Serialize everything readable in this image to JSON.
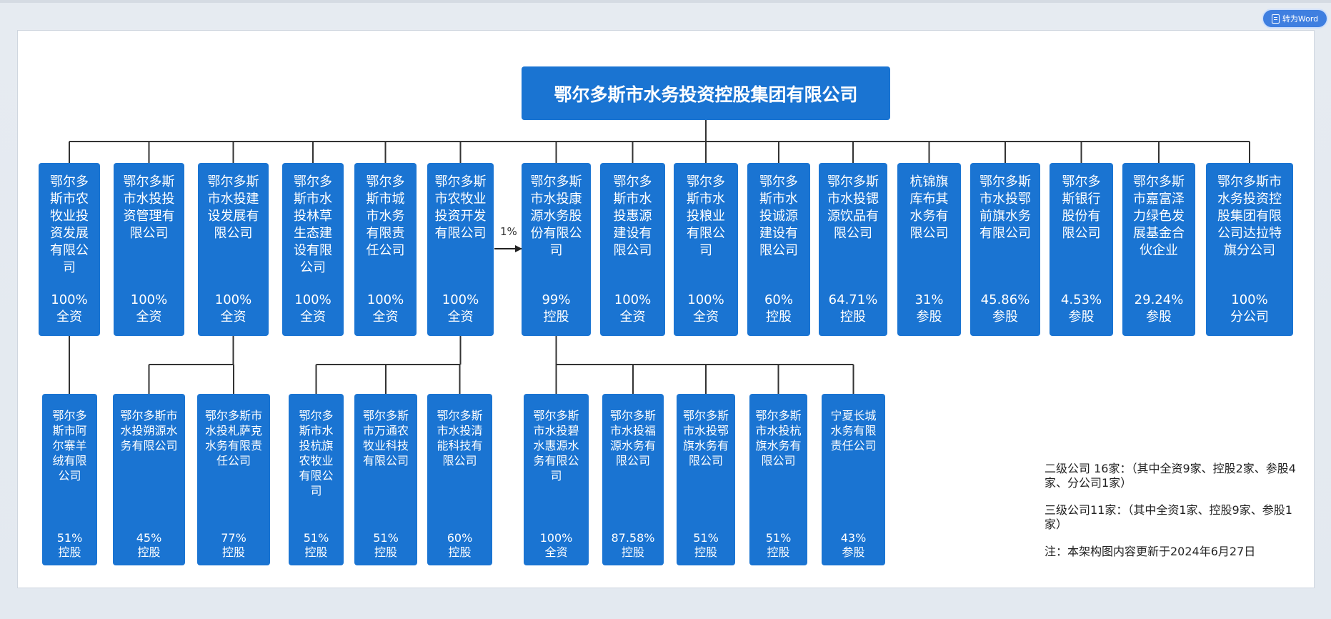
{
  "toolbar": {
    "to_word_label": "转为Word",
    "word_icon": "word-doc-icon"
  },
  "root": {
    "name": "鄂尔多斯市水务投资控股集团有限公司"
  },
  "edge_label": "1%",
  "level2": [
    {
      "name": "鄂尔多斯市农牧业投资发展有限公司",
      "pct": "100%",
      "type": "全资"
    },
    {
      "name": "鄂尔多斯市水投投资管理有限公司",
      "pct": "100%",
      "type": "全资"
    },
    {
      "name": "鄂尔多斯市水投建设发展有限公司",
      "pct": "100%",
      "type": "全资"
    },
    {
      "name": "鄂尔多斯市水投林草生态建设有限公司",
      "pct": "100%",
      "type": "全资"
    },
    {
      "name": "鄂尔多斯市城市水务有限责任公司",
      "pct": "100%",
      "type": "全资"
    },
    {
      "name": "鄂尔多斯市农牧业投资开发有限公司",
      "pct": "100%",
      "type": "全资"
    },
    {
      "name": "鄂尔多斯市水投康源水务股份有限公司",
      "pct": "99%",
      "type": "控股"
    },
    {
      "name": "鄂尔多斯市水投惠源建设有限公司",
      "pct": "100%",
      "type": "全资"
    },
    {
      "name": "鄂尔多斯市水投粮业有限公司",
      "pct": "100%",
      "type": "全资"
    },
    {
      "name": "鄂尔多斯市水投诚源建设有限公司",
      "pct": "60%",
      "type": "控股"
    },
    {
      "name": "鄂尔多斯市水投锶源饮品有限公司",
      "pct": "64.71%",
      "type": "控股"
    },
    {
      "name": "杭锦旗库布其水务有限公司",
      "pct": "31%",
      "type": "参股"
    },
    {
      "name": "鄂尔多斯市水投鄂前旗水务有限公司",
      "pct": "45.86%",
      "type": "参股"
    },
    {
      "name": "鄂尔多斯银行股份有限公司",
      "pct": "4.53%",
      "type": "参股"
    },
    {
      "name": "鄂尔多斯市嘉富泽力绿色发展基金合伙企业",
      "pct": "29.24%",
      "type": "参股"
    },
    {
      "name": "鄂尔多斯市水务投资控股集团有限公司达拉特旗分公司",
      "pct": "100%",
      "type": "分公司"
    }
  ],
  "level3": [
    {
      "name": "鄂尔多斯市阿尔寨羊绒有限公司",
      "pct": "51%",
      "type": "控股"
    },
    {
      "name": "鄂尔多斯市水投朔源水务有限公司",
      "pct": "45%",
      "type": "控股"
    },
    {
      "name": "鄂尔多斯市水投札萨克水务有限责任公司",
      "pct": "77%",
      "type": "控股"
    },
    {
      "name": "鄂尔多斯市水投杭旗农牧业有限公司",
      "pct": "51%",
      "type": "控股"
    },
    {
      "name": "鄂尔多斯市万通农牧业科技有限公司",
      "pct": "51%",
      "type": "控股"
    },
    {
      "name": "鄂尔多斯市水投清能科技有限公司",
      "pct": "60%",
      "type": "控股"
    },
    {
      "name": "鄂尔多斯市水投碧水惠源水务有限公司",
      "pct": "100%",
      "type": "全资"
    },
    {
      "name": "鄂尔多斯市水投福源水务有限公司",
      "pct": "87.58%",
      "type": "控股"
    },
    {
      "name": "鄂尔多斯市水投鄂旗水务有限公司",
      "pct": "51%",
      "type": "控股"
    },
    {
      "name": "鄂尔多斯市水投杭旗水务有限公司",
      "pct": "51%",
      "type": "控股"
    },
    {
      "name": "宁夏长城水务有限责任公司",
      "pct": "43%",
      "type": "参股"
    }
  ],
  "notes": {
    "level2_summary": "二级公司 16家：（其中全资9家、控股2家、参股4家、分公司1家）",
    "level3_summary": "三级公司11家：（其中全资1家、控股9家、参股1家）",
    "update_note": "注：本架构图内容更新于2024年6月27日"
  }
}
